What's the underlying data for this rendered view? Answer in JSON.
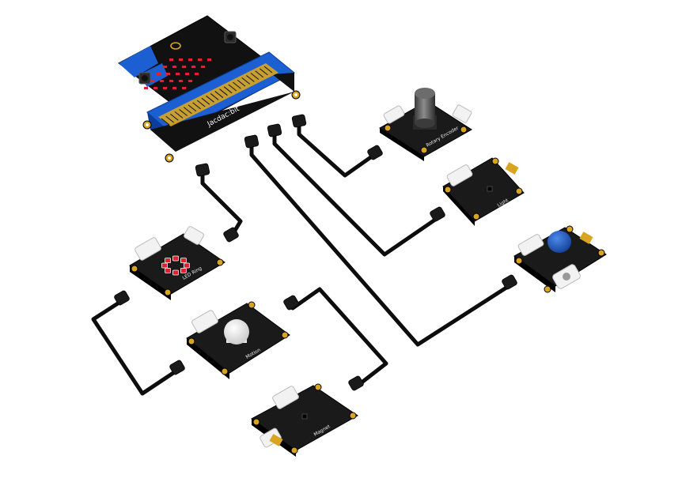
{
  "board": {
    "brand": "Jacdac:bit",
    "led_color": "#e2202f",
    "accent": "#1b5fd3"
  },
  "modules": [
    {
      "id": "rotary",
      "label": "Rotary Encoder"
    },
    {
      "id": "light",
      "label": "Light"
    },
    {
      "id": "button",
      "label": ""
    },
    {
      "id": "ledring",
      "label": "LED Ring"
    },
    {
      "id": "motion",
      "label": "Motion"
    },
    {
      "id": "magnet",
      "label": "Magnet"
    }
  ],
  "colors": {
    "pcb": "#1a1a1a",
    "cable": "#0d0d0d",
    "housing": "#f2f2f2",
    "gold": "#d9a520",
    "button_cap": "#1e5ec8",
    "knob": "#5a5a5a"
  },
  "icons": [
    "usb-connector-icon",
    "led-icon"
  ]
}
